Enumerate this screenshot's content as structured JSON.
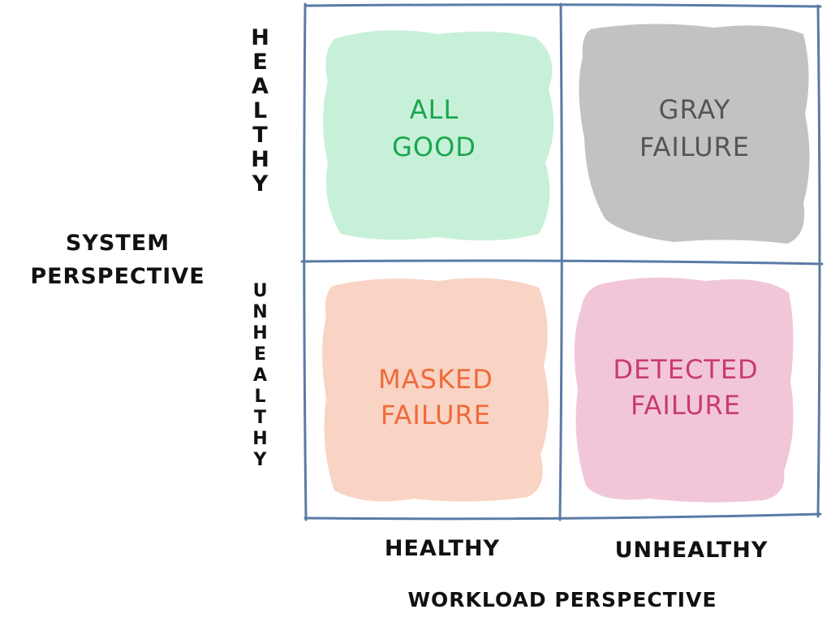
{
  "system_axis": {
    "title_line1": "SYSTEM",
    "title_line2": "PERSPECTIVE",
    "healthy": "HEALTHY",
    "unhealthy": "UNHEALTHY"
  },
  "workload_axis": {
    "title": "WORKLOAD PERSPECTIVE",
    "healthy": "HEALTHY",
    "unhealthy": "UNHEALTHY"
  },
  "quadrants": {
    "top_left": {
      "line1": "ALL",
      "line2": "GOOD"
    },
    "top_right": {
      "line1": "GRAY",
      "line2": "FAILURE"
    },
    "bottom_left": {
      "line1": "MASKED",
      "line2": "FAILURE"
    },
    "bottom_right": {
      "line1": "DETECTED",
      "line2": "FAILURE"
    }
  },
  "colors": {
    "grid_line": "#5b7aa6",
    "all_good_fill": "#c7f0d9",
    "all_good_text": "#1aa64d",
    "gray_fill": "#c2c2c2",
    "gray_text": "#555555",
    "masked_fill": "#f9d3c3",
    "masked_text": "#ef6a3a",
    "detected_fill": "#f2c6d9",
    "detected_text": "#c83a74",
    "label_text": "#111111"
  }
}
